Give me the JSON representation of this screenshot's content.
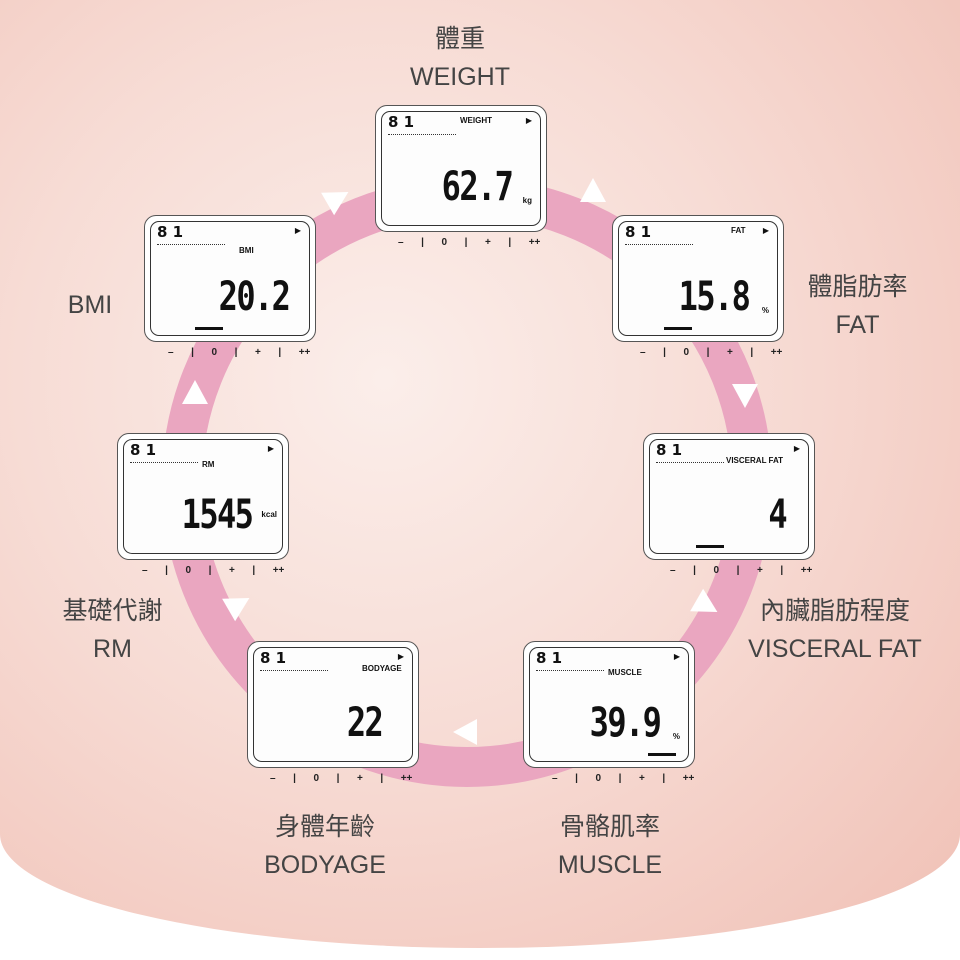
{
  "scale": "–  |  0  |  +  |  ++",
  "user": "8 1",
  "displays": {
    "weight": {
      "label": "WEIGHT",
      "value": "62.7",
      "unit": "kg",
      "cap_zh": "體重",
      "cap_en": "WEIGHT"
    },
    "fat": {
      "label": "FAT",
      "value": "15.8",
      "unit": "%",
      "cap_zh": "體脂肪率",
      "cap_en": "FAT"
    },
    "visceral": {
      "label": "VISCERAL FAT",
      "value": "4",
      "unit": "",
      "cap_zh": "內臟脂肪程度",
      "cap_en": "VISCERAL FAT"
    },
    "muscle": {
      "label": "MUSCLE",
      "value": "39.9",
      "unit": "%",
      "cap_zh": "骨骼肌率",
      "cap_en": "MUSCLE"
    },
    "bodyage": {
      "label": "BODYAGE",
      "value": "22",
      "unit": "",
      "cap_zh": "身體年齡",
      "cap_en": "BODYAGE"
    },
    "rm": {
      "label": "RM",
      "value": "1545",
      "unit": "kcal",
      "cap_zh": "基礎代謝",
      "cap_en": "RM"
    },
    "bmi": {
      "label": "BMI",
      "value": "20.2",
      "unit": "",
      "cap_zh": "",
      "cap_en": "BMI"
    }
  },
  "indicator": "▬▬▬",
  "play_icon": "▶",
  "colors": {
    "ring": "#eaa6c0"
  }
}
